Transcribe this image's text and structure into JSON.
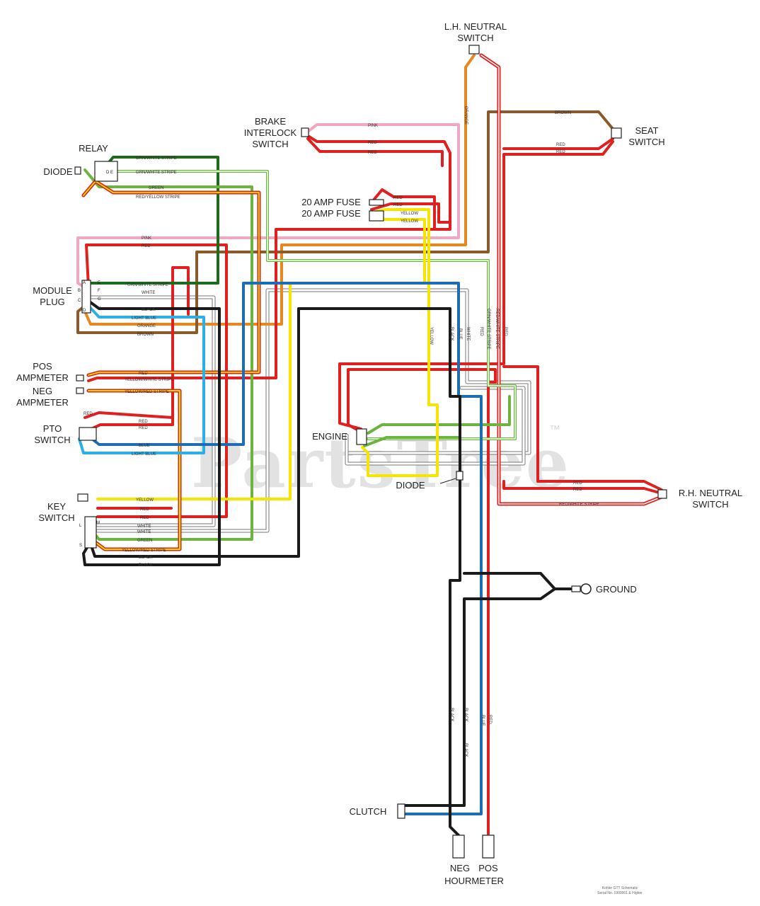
{
  "labels": {
    "lh_neutral_switch": [
      "L.H. NEUTRAL",
      "SWITCH"
    ],
    "brake_interlock_switch": [
      "BRAKE",
      "INTERLOCK",
      "SWITCH"
    ],
    "seat_switch": [
      "SEAT",
      "SWITCH"
    ],
    "relay": "RELAY",
    "diode_relay": "DIODE",
    "fuse1": "20 AMP FUSE",
    "fuse2": "20 AMP FUSE",
    "module_plug": [
      "MODULE",
      "PLUG"
    ],
    "pos_ampmeter": [
      "POS",
      "AMPMETER"
    ],
    "neg_ampmeter": [
      "NEG",
      "AMPMETER"
    ],
    "pto_switch": [
      "PTO",
      "SWITCH"
    ],
    "key_switch": [
      "KEY",
      "SWITCH"
    ],
    "engine": "ENGINE",
    "diode_engine": "DIODE",
    "rh_neutral_switch": [
      "R.H. NEUTRAL",
      "SWITCH"
    ],
    "ground": "GROUND",
    "clutch": "CLUTCH",
    "hourmeter_neg": "NEG",
    "hourmeter_pos": "POS",
    "hourmeter": "HOURMETER"
  },
  "wire_labels": {
    "orange": "ORANGE",
    "brown": "BROWN",
    "pink": "PINK",
    "red": "RED",
    "green_white": "GRN/WHITE STRIPE",
    "green_white2": "GRN/WHITE STRIPE",
    "green": "GREEN",
    "red_yellow": "RED/YELLOW STRIPE",
    "yellow": "YELLOW",
    "white": "WHITE",
    "black": "BLACK",
    "light_blue": "LIGHT BLUE",
    "blue": "BLUE",
    "yellow_red": "YELLOW/RED STRIPE",
    "yellow_white": "YELLOW/WHITE STRIPE",
    "red_white": "RED/WHITE STRIPE"
  },
  "pins": {
    "module": [
      "A",
      "E",
      "B",
      "F",
      "C",
      "G",
      "D",
      "H"
    ],
    "key": [
      "L",
      "M",
      "S"
    ]
  },
  "watermark": "PartsTree",
  "trademark": "™",
  "footer_note": [
    "Kohler GTT Schematic",
    "Serial No. 1900001 & Higher"
  ],
  "wire_colors": {
    "red": "#e0201e",
    "orange": "#e8871e",
    "brown": "#8b5a2b",
    "pink": "#f0a8c0",
    "green": "#6cb33f",
    "dark_green": "#1e6b1e",
    "yellow": "#f5e500",
    "light_blue": "#2ab0e4",
    "blue": "#1c6db4",
    "black": "#1a1a1a",
    "white_outline": "#777777"
  }
}
